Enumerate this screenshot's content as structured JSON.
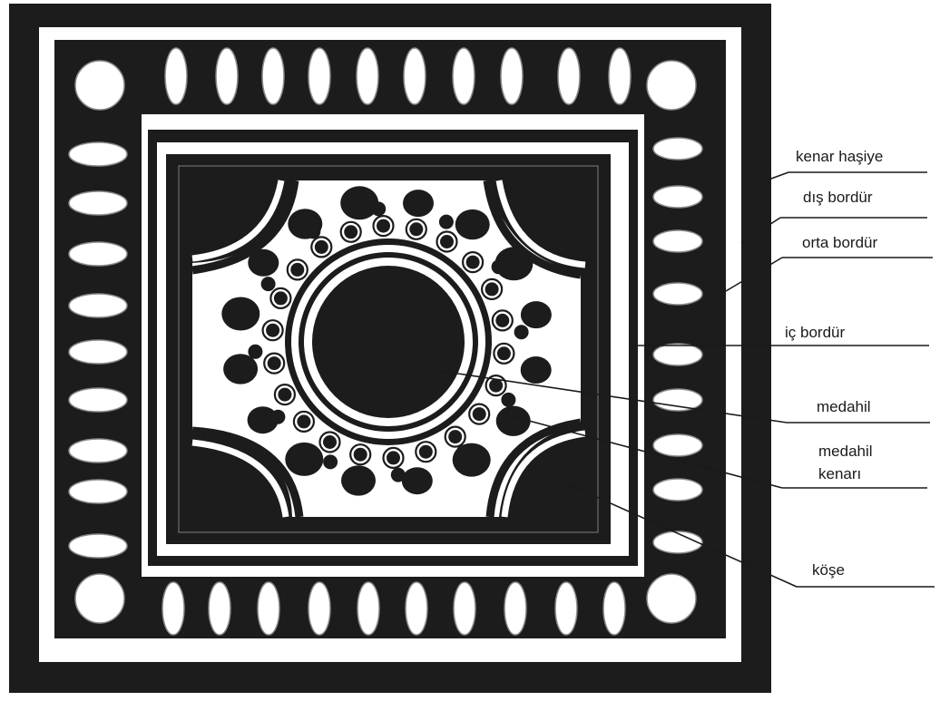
{
  "labels": {
    "kenar_hasiye": "kenar haşiye",
    "dis_bordur": "dış bordür",
    "orta_bordur": "orta bordür",
    "ic_bordur": "iç bordür",
    "medahil": "medahil",
    "medahil_kenari_line1": "medahil",
    "medahil_kenari_line2": "kenarı",
    "kose": "köşe"
  },
  "colors": {
    "dark": "#1c1c1c",
    "light": "#ffffff",
    "outline": "#8a8a8a"
  }
}
